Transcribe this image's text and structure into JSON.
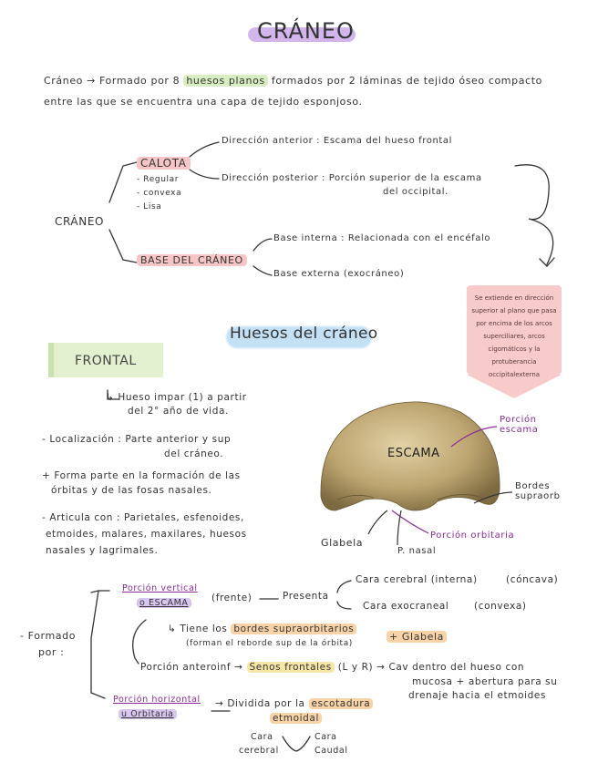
{
  "title": "CRÁNEO",
  "intro": {
    "line1_a": "Cráneo → Formado por 8",
    "line1_b": "huesos planos",
    "line1_c": "formados por 2 láminas de tejido óseo compacto",
    "line2": "entre las que se encuentra una capa de tejido esponjoso."
  },
  "diagram": {
    "root": "CRÁNEO",
    "calota": "CALOTA",
    "calota_traits": [
      "- Regular",
      "- convexa",
      "- Lisa"
    ],
    "dir_anterior": "Dirección anterior : Escama del hueso frontal",
    "dir_posterior_a": "Dirección posterior : Porción superior de la escama",
    "dir_posterior_b": "del occipital.",
    "base": "BASE DEL CRÁNEO",
    "base_interna": "Base interna : Relacionada con el encéfalo",
    "base_externa": "Base externa (exocráneo)"
  },
  "note": "Se extiende en dirección superior al plano que pasa por encima de los arcos superciliares, arcos cigomáticos y la protuberancia occipitalexterna",
  "section_title": "Huesos del cráneo",
  "frontal": {
    "label": "FRONTAL",
    "impar_a": "↳ Hueso impar (1) a partir",
    "impar_b": "del 2° año de vida.",
    "loc_a": "- Localización : Parte anterior y sup",
    "loc_b": "del cráneo.",
    "forma_a": "+ Forma parte en la formación de las",
    "forma_b": "órbitas y de las fosas nasales.",
    "art_a": "- Articula con : Parietales, esfenoides,",
    "art_b": "etmoides, malares, maxilares, huesos",
    "art_c": "nasales y lagrimales."
  },
  "bone_labels": {
    "escama": "ESCAMA",
    "porcion_escama": "Porción escama",
    "bordes": "Bordes supraorb",
    "porcion_orbitaria": "Porción orbitaria",
    "glabela": "Glabela",
    "p_nasal": "P. nasal"
  },
  "formado": {
    "label_a": "- Formado",
    "label_b": "por :",
    "vertical_a": "Porción vertical",
    "vertical_b": "o ESCAMA",
    "frente": "(frente)",
    "presenta": "Presenta",
    "cara_cerebral": "Cara cerebral (interna)",
    "concava": "(cóncava)",
    "cara_exo": "Cara exocraneal",
    "convexa": "(convexa)",
    "tiene_a": "↳ Tiene los",
    "tiene_b": "bordes supraorbitarios",
    "tiene_c": "(forman el reborde sup de la órbita)",
    "glabela": "+ Glabela",
    "anteroinf_a": "Porción anteroinf →",
    "anteroinf_b": "Senos frontales",
    "anteroinf_c": "(L y R) → Cav dentro del hueso con",
    "anteroinf_d": "mucosa + abertura para su",
    "anteroinf_e": "drenaje hacia el etmoides",
    "horizontal_a": "Porción horizontal",
    "horizontal_b": "u Orbitaria",
    "dividida_a": "→ Dividida por la",
    "dividida_b": "escotadura",
    "dividida_c": "etmoidal",
    "cara_cerebral2_a": "Cara",
    "cara_cerebral2_b": "cerebral",
    "cara_caudal_a": "Cara",
    "cara_caudal_b": "Caudal"
  }
}
